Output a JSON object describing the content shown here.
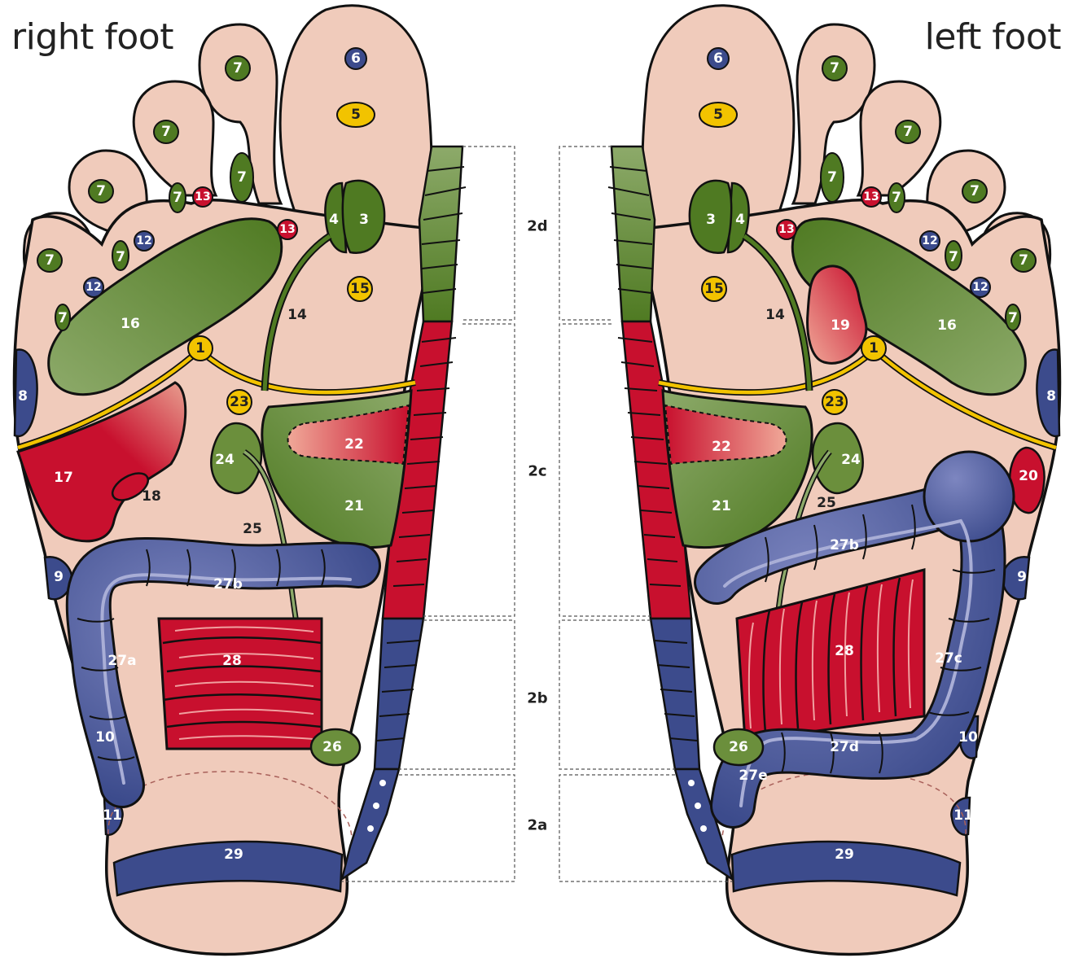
{
  "titles": {
    "right": "right foot",
    "left": "left foot"
  },
  "spine_segments": [
    "2d",
    "2c",
    "2b",
    "2a"
  ],
  "zones": {
    "n1": "1",
    "n3": "3",
    "n4": "4",
    "n5": "5",
    "n6": "6",
    "n7": "7",
    "n8": "8",
    "n9": "9",
    "n10": "10",
    "n11": "11",
    "n12": "12",
    "n13": "13",
    "n14": "14",
    "n15": "15",
    "n16": "16",
    "n17": "17",
    "n18": "18",
    "n19": "19",
    "n20": "20",
    "n21": "21",
    "n22": "22",
    "n23": "23",
    "n24": "24",
    "n25": "25",
    "n26": "26",
    "n27a": "27a",
    "n27b": "27b",
    "n27c": "27c",
    "n27d": "27d",
    "n27e": "27e",
    "n28": "28",
    "n29": "29"
  },
  "colors": {
    "skin": "#f0cbbb",
    "green": "#4f7a22",
    "red": "#c8102e",
    "blue": "#3c4b8c",
    "yellow": "#f2c300",
    "outline": "#111111"
  }
}
